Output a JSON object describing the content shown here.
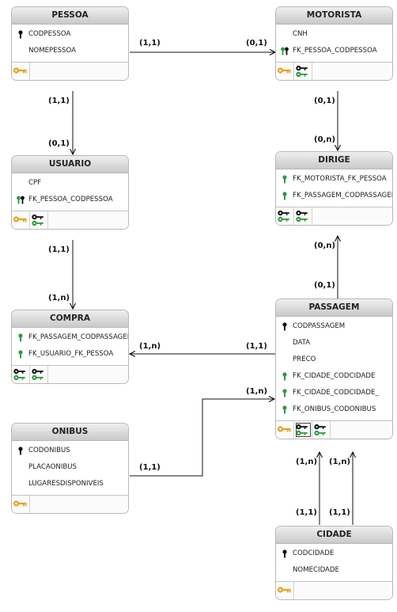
{
  "entities": {
    "pessoa": {
      "title": "PESSOA",
      "attributes": [
        {
          "name": "CODPESSOA",
          "key": "pk"
        },
        {
          "name": "NOMEPESSOA",
          "key": "none"
        }
      ],
      "footer_icons": [
        "pk"
      ]
    },
    "motorista": {
      "title": "MOTORISTA",
      "attributes": [
        {
          "name": "CNH",
          "key": "none"
        },
        {
          "name": "FK_PESSOA_CODPESSOA",
          "key": "pkfk"
        }
      ],
      "footer_icons": [
        "pk",
        "fk"
      ]
    },
    "usuario": {
      "title": "USUARIO",
      "attributes": [
        {
          "name": "CPF",
          "key": "none"
        },
        {
          "name": "FK_PESSOA_CODPESSOA",
          "key": "pkfk"
        }
      ],
      "footer_icons": [
        "pk",
        "fk"
      ]
    },
    "dirige": {
      "title": "DIRIGE",
      "attributes": [
        {
          "name": "FK_MOTORISTA_FK_PESSOA",
          "key": "fk"
        },
        {
          "name": "FK_PASSAGEM_CODPASSAGEM",
          "key": "fk"
        }
      ],
      "footer_icons": [
        "fk",
        "fk"
      ]
    },
    "compra": {
      "title": "COMPRA",
      "attributes": [
        {
          "name": "FK_PASSAGEM_CODPASSAGEM",
          "key": "fk"
        },
        {
          "name": "FK_USUARIO_FK_PESSOA",
          "key": "fk"
        }
      ],
      "footer_icons": [
        "fk",
        "fk"
      ]
    },
    "passagem": {
      "title": "PASSAGEM",
      "attributes": [
        {
          "name": "CODPASSAGEM",
          "key": "pk"
        },
        {
          "name": "DATA",
          "key": "none"
        },
        {
          "name": "PRECO",
          "key": "none"
        },
        {
          "name": "FK_CIDADE_CODCIDADE",
          "key": "fk"
        },
        {
          "name": "FK_CIDADE_CODCIDADE_",
          "key": "fk"
        },
        {
          "name": "FK_ONIBUS_CODONIBUS",
          "key": "fk"
        }
      ],
      "footer_icons": [
        "pk",
        "fk",
        "fk"
      ]
    },
    "onibus": {
      "title": "ONIBUS",
      "attributes": [
        {
          "name": "CODONIBUS",
          "key": "pk"
        },
        {
          "name": "PLACAONIBUS",
          "key": "none"
        },
        {
          "name": "LUGARESDISPONIVEIS",
          "key": "none"
        }
      ],
      "footer_icons": [
        "pk"
      ]
    },
    "cidade": {
      "title": "CIDADE",
      "attributes": [
        {
          "name": "CODCIDADE",
          "key": "pk"
        },
        {
          "name": "NOMECIDADE",
          "key": "none"
        }
      ],
      "footer_icons": [
        "pk"
      ]
    }
  },
  "relationships": [
    {
      "from": "PESSOA",
      "to": "MOTORISTA",
      "from_card": "(1,1)",
      "to_card": "(0,1)"
    },
    {
      "from": "PESSOA",
      "to": "USUARIO",
      "from_card": "(1,1)",
      "to_card": "(0,1)"
    },
    {
      "from": "MOTORISTA",
      "to": "DIRIGE",
      "from_card": "(0,1)",
      "to_card": "(0,n)"
    },
    {
      "from": "USUARIO",
      "to": "COMPRA",
      "from_card": "(1,1)",
      "to_card": "(1,n)"
    },
    {
      "from": "PASSAGEM",
      "to": "DIRIGE",
      "from_card": "(0,1)",
      "to_card": "(0,n)"
    },
    {
      "from": "PASSAGEM",
      "to": "COMPRA",
      "from_card": "(1,1)",
      "to_card": "(1,n)"
    },
    {
      "from": "ONIBUS",
      "to": "PASSAGEM",
      "from_card": "(1,1)",
      "to_card": "(1,n)"
    },
    {
      "from": "CIDADE",
      "to": "PASSAGEM",
      "from_card": "(1,1)",
      "to_card": "(1,n)"
    },
    {
      "from": "CIDADE",
      "to": "PASSAGEM",
      "from_card": "(1,1)",
      "to_card": "(1,n)"
    }
  ],
  "colors": {
    "primary_key": "#111111",
    "foreign_key": "#2e9b3c",
    "footer_key": "#e8a21c",
    "line": "#111111"
  }
}
